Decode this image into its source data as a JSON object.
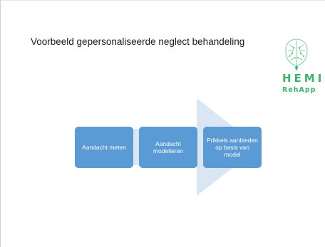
{
  "slide": {
    "title": "Voorbeeld gepersonaliseerde neglect behandeling"
  },
  "logo": {
    "name": "HEMI",
    "subtitle": "RehApp",
    "icon": "brain-circuit-icon",
    "color": "#3bb56b"
  },
  "process": {
    "arrow_color": "#dae6f3",
    "box_color": "#5b9bd5",
    "steps": [
      {
        "label": "Aandacht meten"
      },
      {
        "label": "Aandacht modelleren"
      },
      {
        "label": "Prikkels aanbieden op basis van model"
      }
    ]
  }
}
